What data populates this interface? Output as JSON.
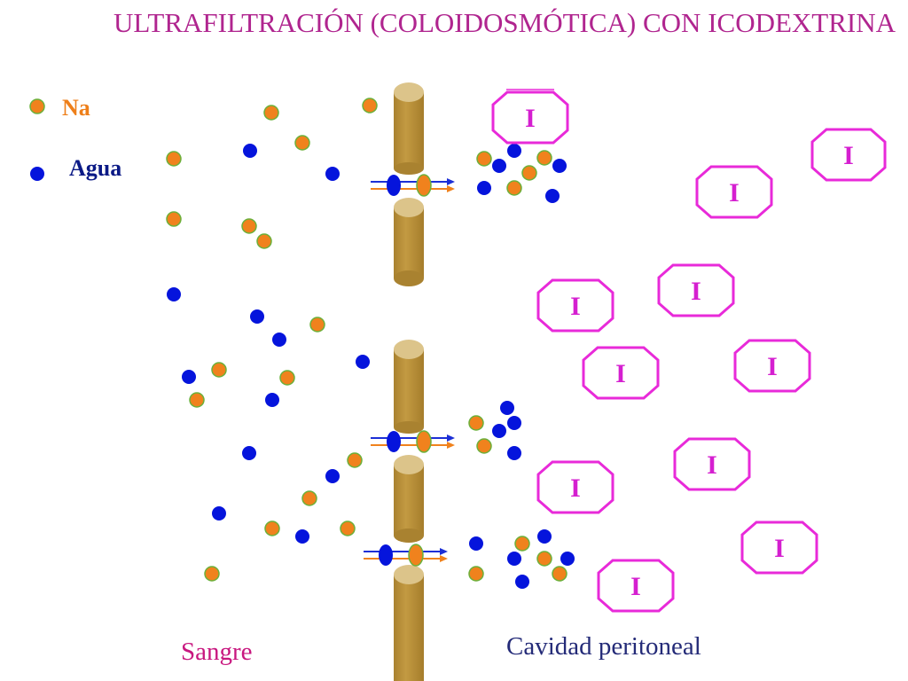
{
  "title": "ULTRAFILTRACIÓN (COLOIDOSMÓTICA) CON ICODEXTRINA",
  "legend": {
    "na_label": "Na",
    "water_label": "Agua"
  },
  "labels": {
    "blood": "Sangre",
    "peritoneal": "Cavidad peritoneal"
  },
  "icodextrin_letter": "I",
  "colors": {
    "sodium": "#f0821d",
    "water": "#0514dc",
    "icodextrin": "#e82ad9",
    "membrane": "#b8943a",
    "title": "#b0258f"
  }
}
